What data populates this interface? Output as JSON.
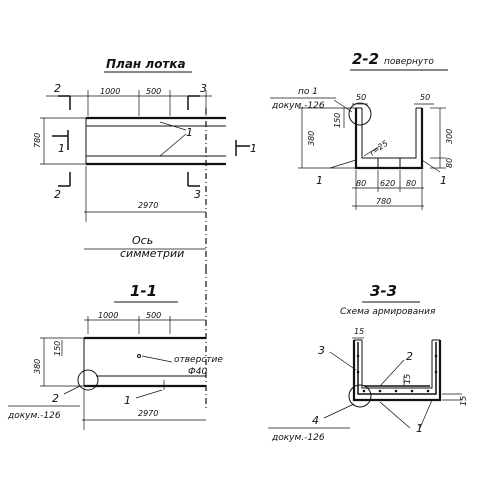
{
  "views": {
    "plan": {
      "title": "План лотка",
      "dims": {
        "d1000": "1000",
        "d500": "500",
        "d780": "780",
        "d2970": "2970"
      },
      "section_marks": {
        "s2": "2",
        "s3": "3",
        "s1": "1"
      },
      "callout": "1"
    },
    "axis": {
      "line1": "Ось",
      "line2": "симметрии"
    },
    "section_1_1": {
      "title": "1-1",
      "dims": {
        "d1000": "1000",
        "d500": "500",
        "d380": "380",
        "d150": "150",
        "d2970": "2970"
      },
      "hole_label": "отверстие",
      "hole_dim": "Ф40",
      "callout_1": "1",
      "callout_2": "2",
      "doc_ref": "докум.-126"
    },
    "section_2_2": {
      "title": "2-2",
      "subtitle": "повернуто",
      "ref_line1": "по 1",
      "ref_line2": "докум.-126",
      "dims": {
        "d50a": "50",
        "d50b": "50",
        "d150": "150",
        "d380": "380",
        "d300": "300",
        "d80v": "80",
        "d80a": "80",
        "d620": "620",
        "d80b": "80",
        "d780": "780",
        "r25": "r=25"
      },
      "callout_1a": "1",
      "callout_1b": "1"
    },
    "section_3_3": {
      "title": "3-3",
      "subtitle": "Схема армирования",
      "callout_3": "3",
      "callout_2": "2",
      "callout_4": "4",
      "callout_1": "1",
      "dims": {
        "d15a": "15",
        "d15b": "15",
        "d15c": "15"
      },
      "doc_ref": "докум.-126"
    }
  }
}
